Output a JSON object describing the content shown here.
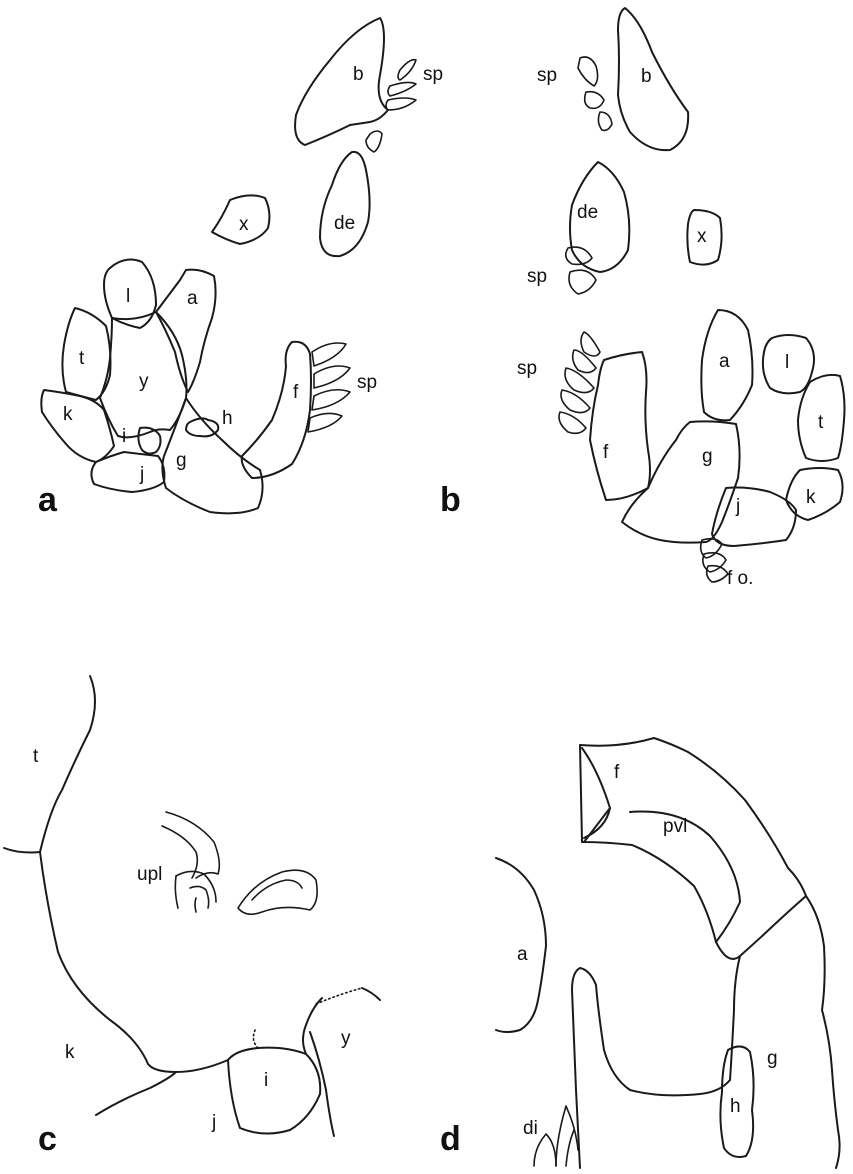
{
  "panels": {
    "a": {
      "panel_label": "a",
      "labels": {
        "b": "b",
        "sp_top": "sp",
        "de": "de",
        "x": "x",
        "l": "l",
        "a": "a",
        "t": "t",
        "y": "y",
        "k": "k",
        "i": "i",
        "j": "j",
        "g": "g",
        "h": "h",
        "f": "f",
        "sp_right": "sp"
      }
    },
    "b": {
      "panel_label": "b",
      "labels": {
        "sp_top": "sp",
        "b": "b",
        "de": "de",
        "sp_mid": "sp",
        "x": "x",
        "sp_left": "sp",
        "a": "a",
        "l": "l",
        "t": "t",
        "f": "f",
        "g": "g",
        "j": "j",
        "k": "k",
        "fo": "f o."
      }
    },
    "c": {
      "panel_label": "c",
      "labels": {
        "t": "t",
        "upl": "upl",
        "k": "k",
        "y": "y",
        "i": "i",
        "j": "j"
      }
    },
    "d": {
      "panel_label": "d",
      "labels": {
        "f": "f",
        "pvl": "pvl",
        "a": "a",
        "g": "g",
        "h": "h",
        "di": "di"
      }
    }
  }
}
